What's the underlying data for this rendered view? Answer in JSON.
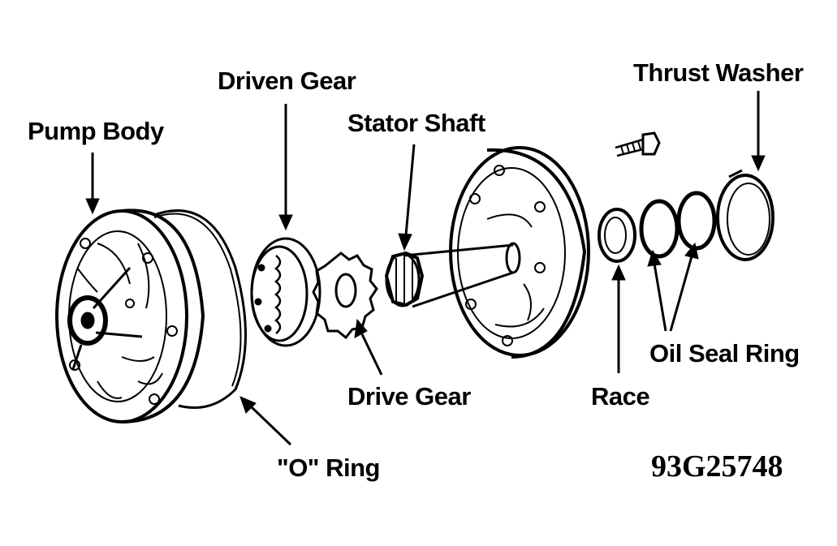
{
  "labels": {
    "pump_body": "Pump Body",
    "driven_gear": "Driven Gear",
    "stator_shaft": "Stator Shaft",
    "thrust_washer": "Thrust Washer",
    "drive_gear": "Drive Gear",
    "o_ring": "\"O\" Ring",
    "race": "Race",
    "oil_seal_ring": "Oil Seal Ring"
  },
  "figure_code": "93G25748"
}
